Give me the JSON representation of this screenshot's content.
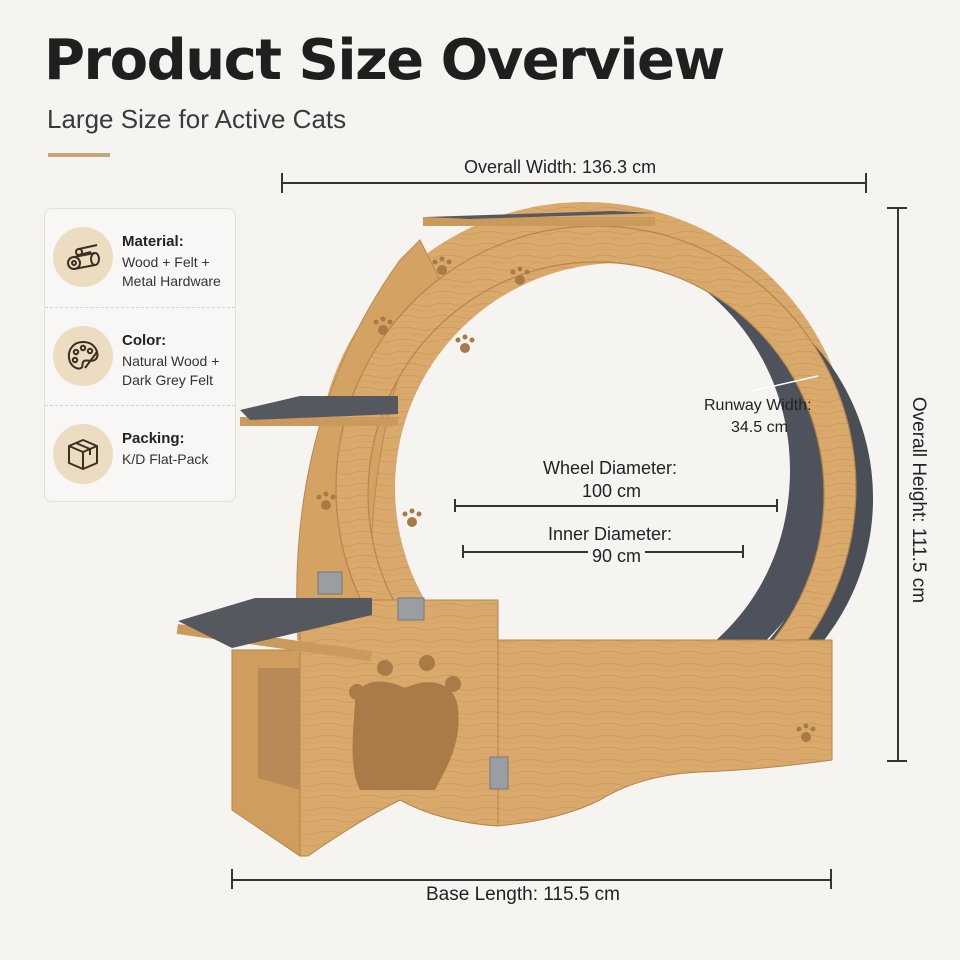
{
  "header": {
    "title": "Product Size Overview",
    "subtitle": "Large Size for Active Cats"
  },
  "specs": [
    {
      "label": "Material:",
      "value": "Wood + Felt + Metal Hardware",
      "icon": "wood-logs-icon"
    },
    {
      "label": "Color:",
      "value": "Natural Wood + Dark Grey Felt",
      "icon": "palette-icon"
    },
    {
      "label": "Packing:",
      "value": "K/D Flat-Pack",
      "icon": "box-icon"
    }
  ],
  "dimensions": {
    "overall_width": "Overall Width: 136.3 cm",
    "overall_height": "Overall Height: 111.5 cm",
    "base_length": "Base Length: 115.5 cm",
    "runway_width_label": "Runway Width:",
    "runway_width_value": "34.5 cm",
    "wheel_diameter_label": "Wheel Diameter:",
    "wheel_diameter_value": "100 cm",
    "inner_diameter_label": "Inner Diameter:",
    "inner_diameter_value": "90 cm"
  },
  "colors": {
    "wood": "#d9aa6c",
    "wood_dark": "#c48f4f",
    "felt": "#4a4e57",
    "accent": "#c7a57d",
    "icon_bg": "#ecdcc2"
  }
}
